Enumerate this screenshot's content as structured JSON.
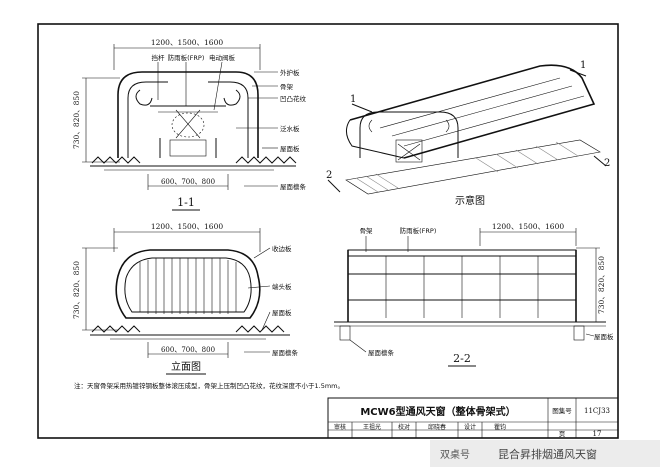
{
  "drawing": {
    "title": "MCW6型通风天窗（整体骨架式）",
    "atlas_label": "图集号",
    "atlas_no": "11CJ33",
    "page_label": "页",
    "page_no": "17",
    "note": "注：天窗骨架采用热镀锌钢板整体滚压成型，骨架上压制凹凸花纹，花纹深度不小于1.5mm。",
    "signoffs": [
      "审核",
      "王祖光",
      "校对",
      "邱晓春",
      "设计",
      "瞿钧"
    ]
  },
  "views": {
    "section_1_1": {
      "label": "1-1",
      "dim_top": "1200、1500、1600",
      "dim_left": "730、820、850",
      "dim_bottom": "600、700、800",
      "callouts": [
        "挡杆",
        "防雨板(FRP)",
        "电动阀板",
        "外护板",
        "骨架",
        "凹凸花纹",
        "泛水板",
        "屋面板",
        "屋面檩条"
      ]
    },
    "schematic": {
      "label": "示意图",
      "markers": [
        "1",
        "1",
        "2",
        "2"
      ]
    },
    "elevation": {
      "label": "立面图",
      "dim_top": "1200、1500、1600",
      "dim_left": "730、820、850",
      "dim_bottom": "600、700、800",
      "callouts": [
        "收边板",
        "端头板",
        "屋面板",
        "屋面檩条"
      ]
    },
    "section_2_2": {
      "label": "2-2",
      "dim_top": "1200、1500、1600",
      "dim_right": "730、820、850",
      "callouts": [
        "骨架",
        "防雨板(FRP)",
        "屋面檩条",
        "屋面板"
      ]
    }
  },
  "watermark": {
    "left": "双桌号",
    "right": "昆合昇排烟通风天窗"
  }
}
